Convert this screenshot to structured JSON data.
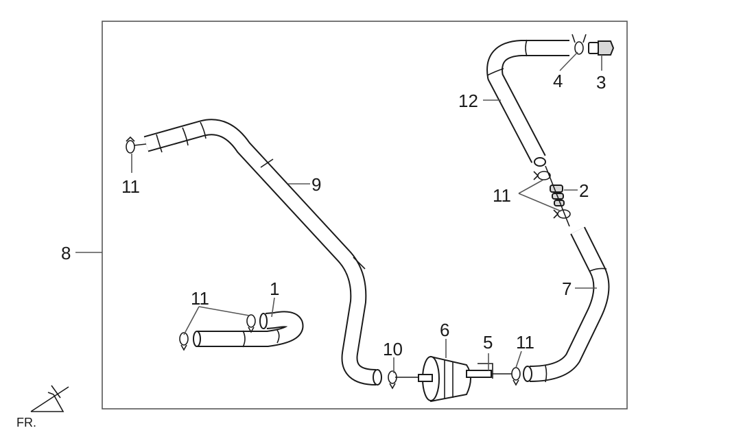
{
  "diagram": {
    "callouts": {
      "c1": "1",
      "c2": "2",
      "c3": "3",
      "c4": "4",
      "c5": "5",
      "c6": "6",
      "c7": "7",
      "c8": "8",
      "c9": "9",
      "c10": "10",
      "c11a": "11",
      "c11b": "11",
      "c11c": "11",
      "c11d": "11",
      "c12": "12"
    },
    "orientation_label": "FR."
  }
}
